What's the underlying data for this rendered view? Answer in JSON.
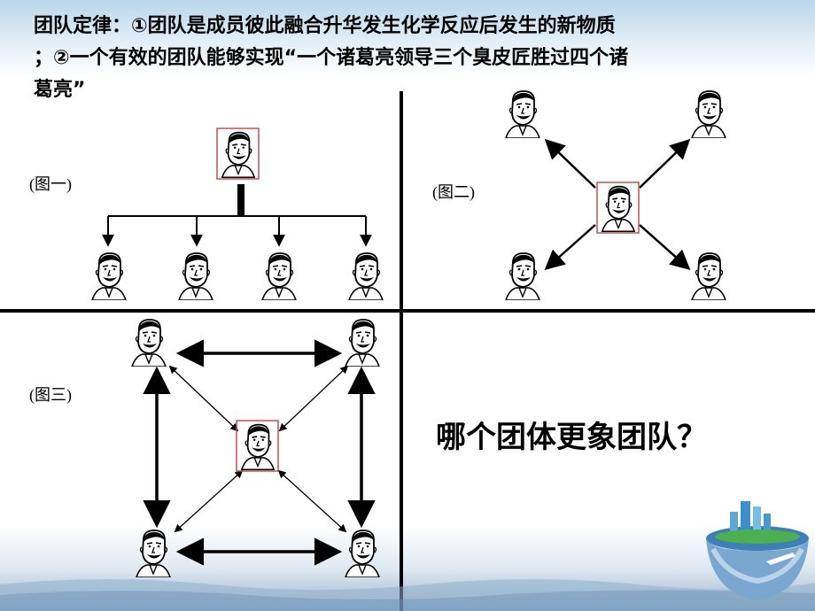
{
  "title_line1": "团队定律：①团队是成员彼此融合升华发生化学反应后发生的新物质",
  "title_line2": "；②一个有效的团队能够实现“一个诸葛亮领导三个臭皮匠胜过四个诸",
  "title_line3": "葛亮”",
  "captions": {
    "fig1": "(图一)",
    "fig2": "(图二)",
    "fig3": "(图三)"
  },
  "question": "哪个团体更象团队？",
  "colors": {
    "highlight_border": "#c0504d",
    "line": "#000000",
    "band": "#b9d6ea"
  },
  "icons": [
    "face-icon",
    "city-globe-icon"
  ]
}
